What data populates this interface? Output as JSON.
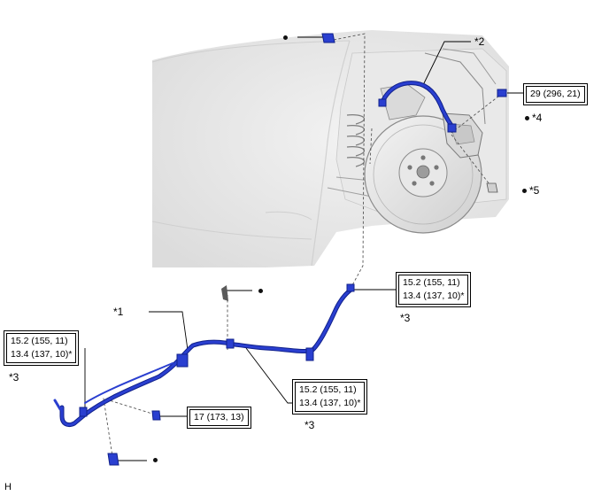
{
  "diagram": {
    "corner_code": "H",
    "callouts": {
      "c1": "*1",
      "c2": "*2",
      "c3a": "*3",
      "c3b": "*3",
      "c3c": "*3",
      "c4": "*4",
      "c5": "*5"
    },
    "torque": {
      "top_right": [
        "29 (296, 21)"
      ],
      "middle_right": [
        "15.2 (155, 11)",
        "13.4 (137, 10)*"
      ],
      "left": [
        "15.2 (155, 11)",
        "13.4 (137, 10)*"
      ],
      "center": [
        "15.2 (155, 11)",
        "13.4 (137, 10)*"
      ],
      "bottom": [
        "17 (173, 13)"
      ]
    },
    "colors": {
      "brake_line": "#2a3fd0",
      "brake_line_dark": "#10208a",
      "body_shade": "#e6e6e6",
      "outline": "#000000"
    }
  }
}
